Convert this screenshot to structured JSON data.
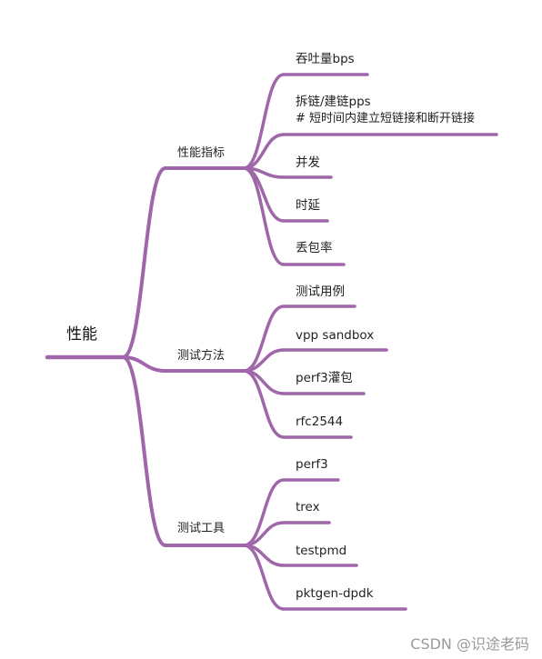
{
  "colors": {
    "edge": "#a066aa"
  },
  "root": {
    "label": "性能"
  },
  "branches": [
    {
      "label": "性能指标",
      "leaves": [
        {
          "label": "吞吐量bps",
          "note": ""
        },
        {
          "label": "拆链/建链pps",
          "note": "# 短时间内建立短链接和断开链接"
        },
        {
          "label": "并发",
          "note": ""
        },
        {
          "label": "时延",
          "note": ""
        },
        {
          "label": "丢包率",
          "note": ""
        }
      ]
    },
    {
      "label": "测试方法",
      "leaves": [
        {
          "label": "测试用例",
          "note": ""
        },
        {
          "label": "vpp sandbox",
          "note": ""
        },
        {
          "label": "perf3灌包",
          "note": ""
        },
        {
          "label": "rfc2544",
          "note": ""
        }
      ]
    },
    {
      "label": "测试工具",
      "leaves": [
        {
          "label": "perf3",
          "note": ""
        },
        {
          "label": "trex",
          "note": ""
        },
        {
          "label": "testpmd",
          "note": ""
        },
        {
          "label": "pktgen-dpdk",
          "note": ""
        }
      ]
    }
  ],
  "watermark": "CSDN @识途老码"
}
